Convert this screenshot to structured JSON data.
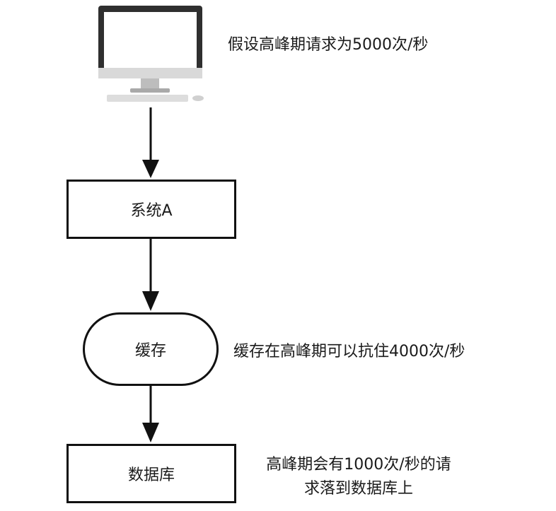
{
  "computer": {
    "icon": "desktop-computer-icon"
  },
  "notes": {
    "peak_request": "假设高峰期请求为5000次/秒",
    "cache_capacity": "缓存在高峰期可以抗住4000次/秒",
    "db_load_line1": "高峰期会有1000次/秒的请",
    "db_load_line2": "求落到数据库上"
  },
  "nodes": {
    "system_a": "系统A",
    "cache": "缓存",
    "database": "数据库"
  },
  "colors": {
    "stroke": "#111111",
    "text": "#1a1a1a",
    "monitor_bezel": "#333333",
    "monitor_stand": "#b8b8b8"
  }
}
